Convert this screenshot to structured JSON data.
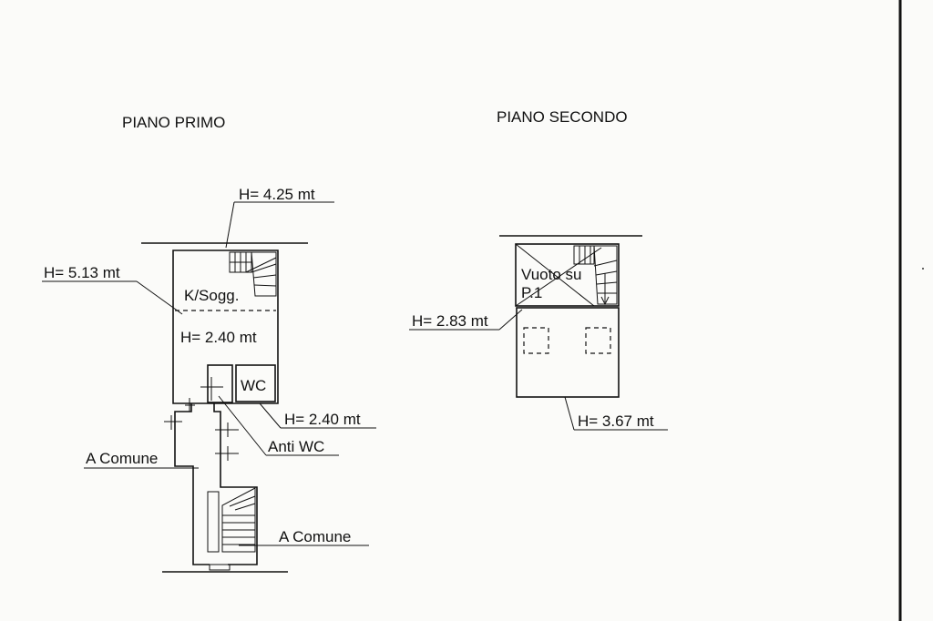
{
  "floors": {
    "first": {
      "title": "PIANO PRIMO",
      "labels": {
        "height_top": "H= 4.25 mt",
        "height_left": "H= 5.13 mt",
        "room_living": "K/Sogg.",
        "height_room": "H= 2.40 mt",
        "room_wc": "WC",
        "height_wc": "H= 2.40 mt",
        "room_anti_wc": "Anti WC",
        "common_upper": "A Comune",
        "common_lower": "A Comune"
      }
    },
    "second": {
      "title": "PIANO SECONDO",
      "labels": {
        "void": "Vuoto su",
        "void_floor": "P.1",
        "height_left": "H= 2.83 mt",
        "height_bottom": "H= 3.67 mt"
      }
    }
  }
}
